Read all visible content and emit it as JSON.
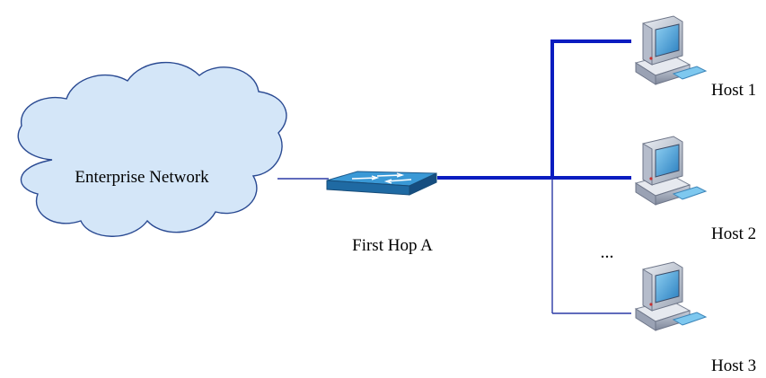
{
  "cloud": {
    "label": "Enterprise Network"
  },
  "switch": {
    "label": "First Hop A"
  },
  "hosts": [
    {
      "label": "Host 1"
    },
    {
      "label": "Host 2"
    },
    {
      "label": "Host 3"
    }
  ],
  "ellipsis": "...",
  "colors": {
    "cloud_fill": "#d4e6f8",
    "cloud_stroke": "#2a4a92",
    "link_thick": "#0a1cc0",
    "link_thin": "#2b3aa6",
    "switch_top": "#2f8fcf",
    "switch_side": "#1c5f95"
  }
}
